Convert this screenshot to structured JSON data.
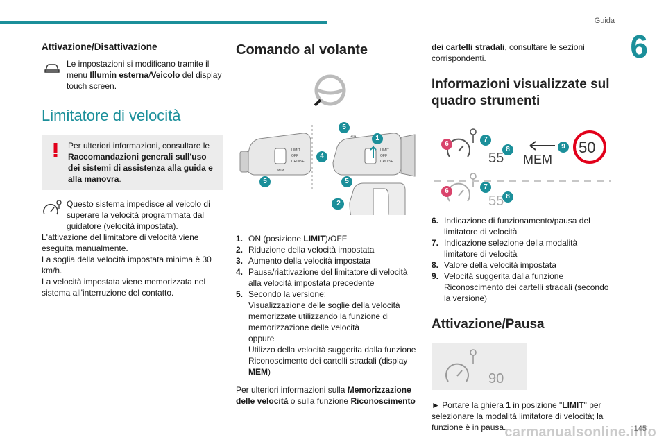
{
  "header": {
    "running_title": "Guida",
    "chapter": "6",
    "page": "145"
  },
  "watermark": "carmanualsonline.info",
  "col1": {
    "h_activation": "Attivazione/Disattivazione",
    "activation_pre": "Le impostazioni si modificano tramite il menu ",
    "activation_bold": "Illumin esterna",
    "activation_sep": "/",
    "activation_bold2": "Veicolo",
    "activation_post": " del display touch screen.",
    "h_limiter": "Limitatore di velocità",
    "note_pre": "Per ulteriori informazioni, consultare le ",
    "note_bold": "Raccomandazioni generali sull'uso dei sistemi di assistenza alla guida e alla manovra",
    "note_post": ".",
    "p1": "Questo sistema impedisce al veicolo di superare la velocità programmata dal guidatore (velocità impostata).",
    "p2": "L'attivazione del limitatore di velocità viene eseguita manualmente.",
    "p3": "La soglia della velocità impostata minima è 30 km/h.",
    "p4": "La velocità impostata viene memorizzata nel sistema all'interruzione del contatto."
  },
  "col2": {
    "h_steering": "Comando al volante",
    "stalk_labels": {
      "limit": "LIMIT",
      "off": "OFF",
      "cruise": "CRUISE",
      "mem": "MEM"
    },
    "items": [
      {
        "n": "1.",
        "pre": "ON (posizione ",
        "b": "LIMIT",
        "post": ")/OFF"
      },
      {
        "n": "2.",
        "pre": "Riduzione della velocità impostata",
        "b": "",
        "post": ""
      },
      {
        "n": "3.",
        "pre": "Aumento della velocità impostata",
        "b": "",
        "post": ""
      },
      {
        "n": "4.",
        "pre": "Pausa/riattivazione del limitatore di velocità alla velocità impostata precedente",
        "b": "",
        "post": ""
      }
    ],
    "item5_n": "5.",
    "item5_l1": "Secondo la versione:",
    "item5_l2": "Visualizzazione delle soglie della velocità memorizzate utilizzando la funzione di memorizzazione delle velocità",
    "item5_l3": "oppure",
    "item5_l4": "Utilizzo della velocità suggerita dalla funzione Riconoscimento dei cartelli stradali (display ",
    "item5_b": "MEM",
    "item5_end": ")",
    "more_pre": "Per ulteriori informazioni sulla ",
    "more_b1": "Memorizzazione delle velocità",
    "more_mid": " o sulla funzione ",
    "more_b2": "Riconoscimento"
  },
  "col3": {
    "cont_b": "dei cartelli stradali",
    "cont_post": ", consultare le sezioni corrispondenti.",
    "h_info": "Informazioni visualizzate sul quadro strumenti",
    "cluster": {
      "speed": "55",
      "mem": "MEM",
      "sign": "50",
      "speed2": "55"
    },
    "items": [
      {
        "n": "6.",
        "t": "Indicazione di funzionamento/pausa del limitatore di velocità"
      },
      {
        "n": "7.",
        "t": "Indicazione selezione della modalità limitatore di velocità"
      },
      {
        "n": "8.",
        "t": "Valore della velocità impostata"
      },
      {
        "n": "9.",
        "t": "Velocità suggerita dalla funzione Riconoscimento dei cartelli stradali (secondo la versione)"
      }
    ],
    "h_pause": "Attivazione/Pausa",
    "pause_speed": "90",
    "step_pre": "► Portare la ghiera ",
    "step_b1": "1",
    "step_mid": " in posizione \"",
    "step_b2": "LIMIT",
    "step_post": "\" per selezionare la modalità limitatore di velocità; la funzione è in pausa."
  },
  "colors": {
    "teal": "#1b8f9a",
    "red": "#e2001a",
    "note_bg": "#ececec"
  }
}
